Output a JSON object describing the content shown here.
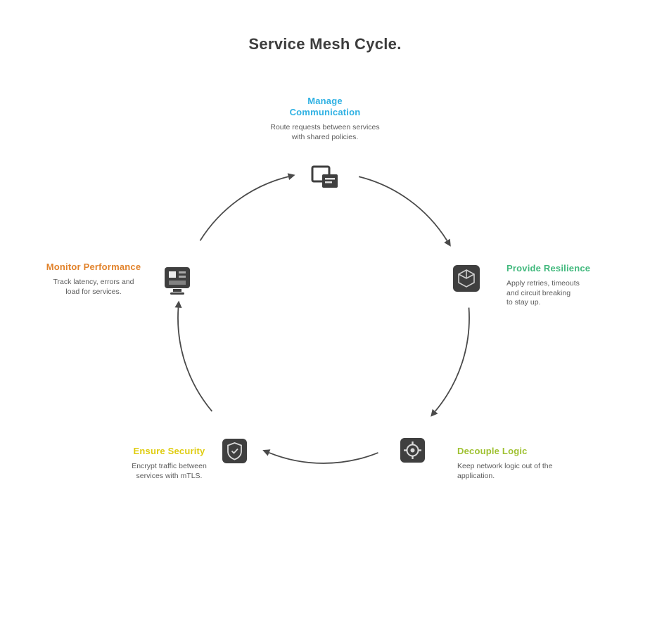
{
  "diagram": {
    "title": "Service Mesh Cycle.",
    "flow_direction": "clockwise",
    "accent_colors": {
      "blue": "#2fb1e3",
      "green": "#41b97d",
      "yellow_green": "#9fc131",
      "yellow": "#dfcc0f",
      "orange": "#e2832c",
      "line_gray": "#4a4a4a",
      "text_gray": "#5c5c5c",
      "title_gray": "#3d3d3d"
    },
    "nodes": [
      {
        "id": "manage-communication",
        "position": "top",
        "color": "#2fb1e3",
        "icon": "windows-icon",
        "label_lines": [
          "Manage",
          "Communication"
        ],
        "desc_lines": [
          "Route requests between services",
          "with shared policies."
        ]
      },
      {
        "id": "provide-resilience",
        "position": "right",
        "color": "#41b97d",
        "icon": "cube-icon",
        "label": "Provide Resilience",
        "desc_lines": [
          "Apply retries, timeouts",
          "and circuit breaking",
          "to stay up."
        ]
      },
      {
        "id": "decouple-logic",
        "position": "bottom-right",
        "color": "#9fc131",
        "icon": "gear-icon",
        "label": "Decouple Logic",
        "desc_lines": [
          "Keep network logic out of the",
          "application."
        ]
      },
      {
        "id": "ensure-security",
        "position": "bottom-left",
        "color": "#dfcc0f",
        "icon": "shield-icon",
        "label": "Ensure Security",
        "desc_lines": [
          "Encrypt traffic between",
          "services with mTLS."
        ]
      },
      {
        "id": "monitor-performance",
        "position": "left",
        "color": "#e2832c",
        "icon": "monitor-icon",
        "label": "Monitor Performance",
        "desc_lines": [
          "Track latency, errors and",
          "load for services."
        ]
      }
    ]
  }
}
